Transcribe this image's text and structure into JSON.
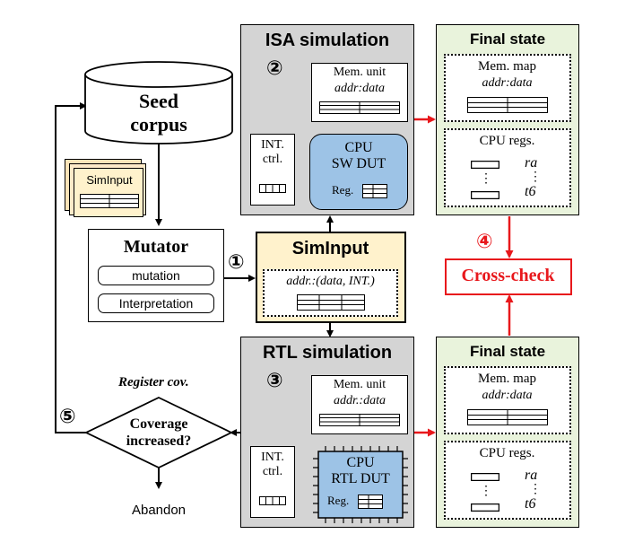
{
  "isa": {
    "title": "ISA simulation",
    "step": "②",
    "mem_unit": "Mem. unit",
    "mem_sub": "addr:data",
    "int_ctrl_1": "INT.",
    "int_ctrl_2": "ctrl.",
    "cpu_1": "CPU",
    "cpu_2": "SW DUT",
    "reg": "Reg."
  },
  "rtl": {
    "title": "RTL simulation",
    "step": "③",
    "mem_unit": "Mem. unit",
    "mem_sub": "addr.:data",
    "int_ctrl_1": "INT.",
    "int_ctrl_2": "ctrl.",
    "cpu_1": "CPU",
    "cpu_2": "RTL DUT",
    "reg": "Reg."
  },
  "final_top": {
    "title": "Final state",
    "mem_map": "Mem. map",
    "mem_sub": "addr:data",
    "cpu_regs": "CPU regs.",
    "reg_first": "ra",
    "reg_last": "t6",
    "vdots": "⋮"
  },
  "final_bottom": {
    "title": "Final state",
    "mem_map": "Mem. map",
    "mem_sub": "addr:data",
    "cpu_regs": "CPU regs.",
    "reg_first": "ra",
    "reg_last": "t6",
    "vdots": "⋮"
  },
  "seed": {
    "line1": "Seed",
    "line2": "corpus"
  },
  "siminput_stack": {
    "label": "SimInput"
  },
  "mutator": {
    "title": "Mutator",
    "mutation": "mutation",
    "interpretation": "Interpretation"
  },
  "siminput": {
    "title": "SimInput",
    "sub": "addr.:(data, INT.)",
    "step": "①"
  },
  "crosscheck": {
    "label": "Cross-check",
    "step": "④",
    "color": "#e8181c"
  },
  "coverage": {
    "line1": "Coverage",
    "line2": "increased?",
    "caption": "Register cov.",
    "step": "⑤"
  },
  "abandon": {
    "label": "Abandon"
  },
  "colors": {
    "gray": "#d4d4d4",
    "green": "#e9f3dc",
    "blue": "#9dc3e6",
    "yellow": "#fff2cc",
    "red": "#e8181c"
  }
}
